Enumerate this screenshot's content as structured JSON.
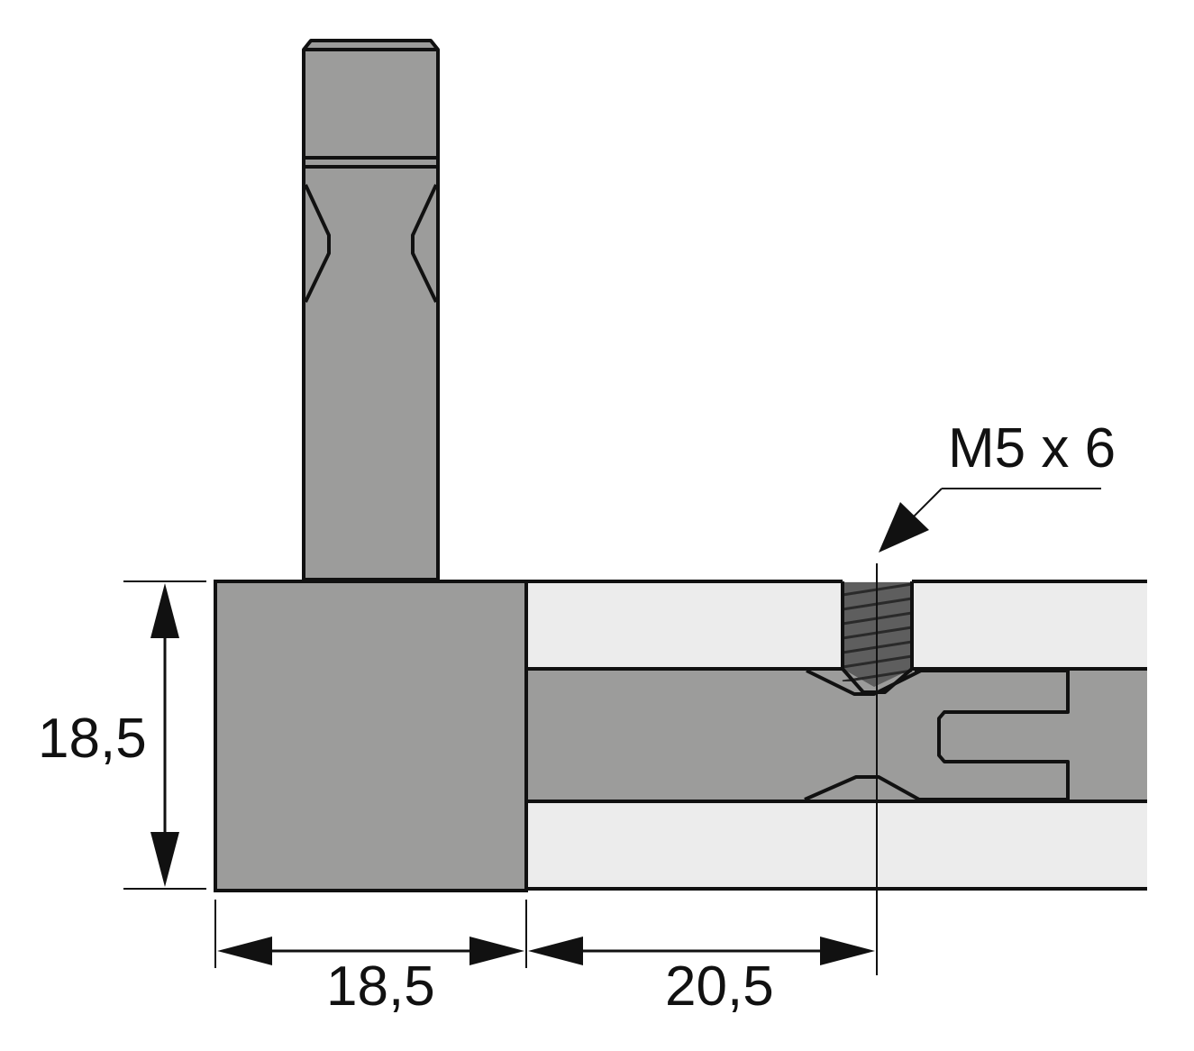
{
  "colors": {
    "body": "#9c9c9b",
    "profile": "#ececec",
    "thread": "#5e5e5e",
    "outline": "#111111"
  },
  "dimensions": {
    "height": "18,5",
    "width": "18,5",
    "offset": "20,5",
    "thread": "M5 x 6"
  }
}
